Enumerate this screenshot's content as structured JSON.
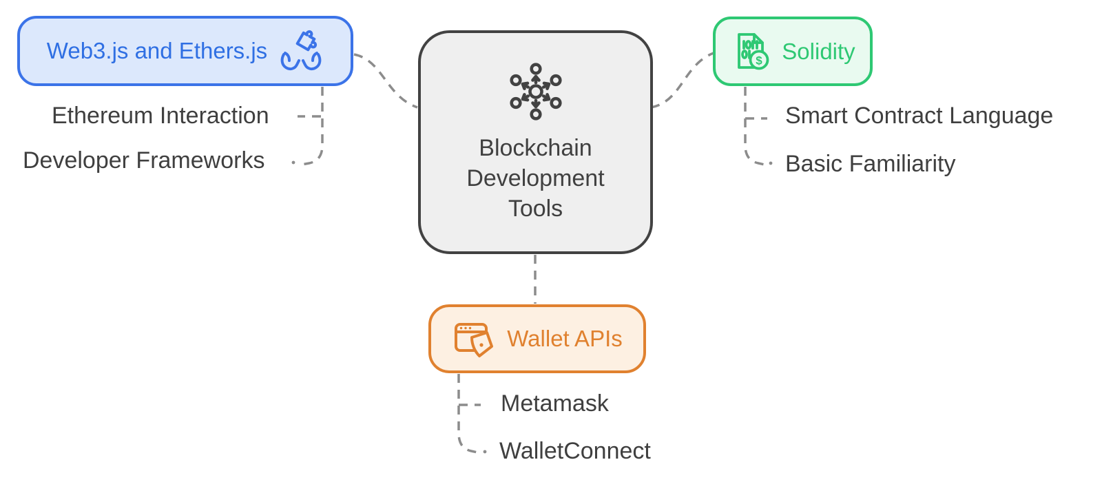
{
  "diagram_title": "Blockchain Development Tools",
  "colors": {
    "web3_accent": "#3b73e8",
    "web3_bg": "#dce8fc",
    "solidity_accent": "#2ec873",
    "solidity_bg": "#e9faf0",
    "wallet_accent": "#e0812f",
    "wallet_bg": "#fdf0e2",
    "center_border": "#424242",
    "center_bg": "#efefef",
    "text_dark": "#3f3f3f",
    "connector_gray": "#8c8c8c"
  },
  "nodes": {
    "center": {
      "lines": [
        "Blockchain",
        "Development",
        "Tools"
      ],
      "icon": "network-hub-icon"
    },
    "web3": {
      "label": "Web3.js and Ethers.js",
      "icon": "hands-puzzle-icon",
      "children": [
        "Ethereum Interaction",
        "Developer Frameworks"
      ]
    },
    "solidity": {
      "label": "Solidity",
      "icon": "binary-document-dollar-icon",
      "children": [
        "Smart Contract Language",
        "Basic Familiarity"
      ]
    },
    "wallet": {
      "label": "Wallet APIs",
      "icon": "browser-wallet-icon",
      "children": [
        "Metamask",
        "WalletConnect"
      ]
    }
  }
}
